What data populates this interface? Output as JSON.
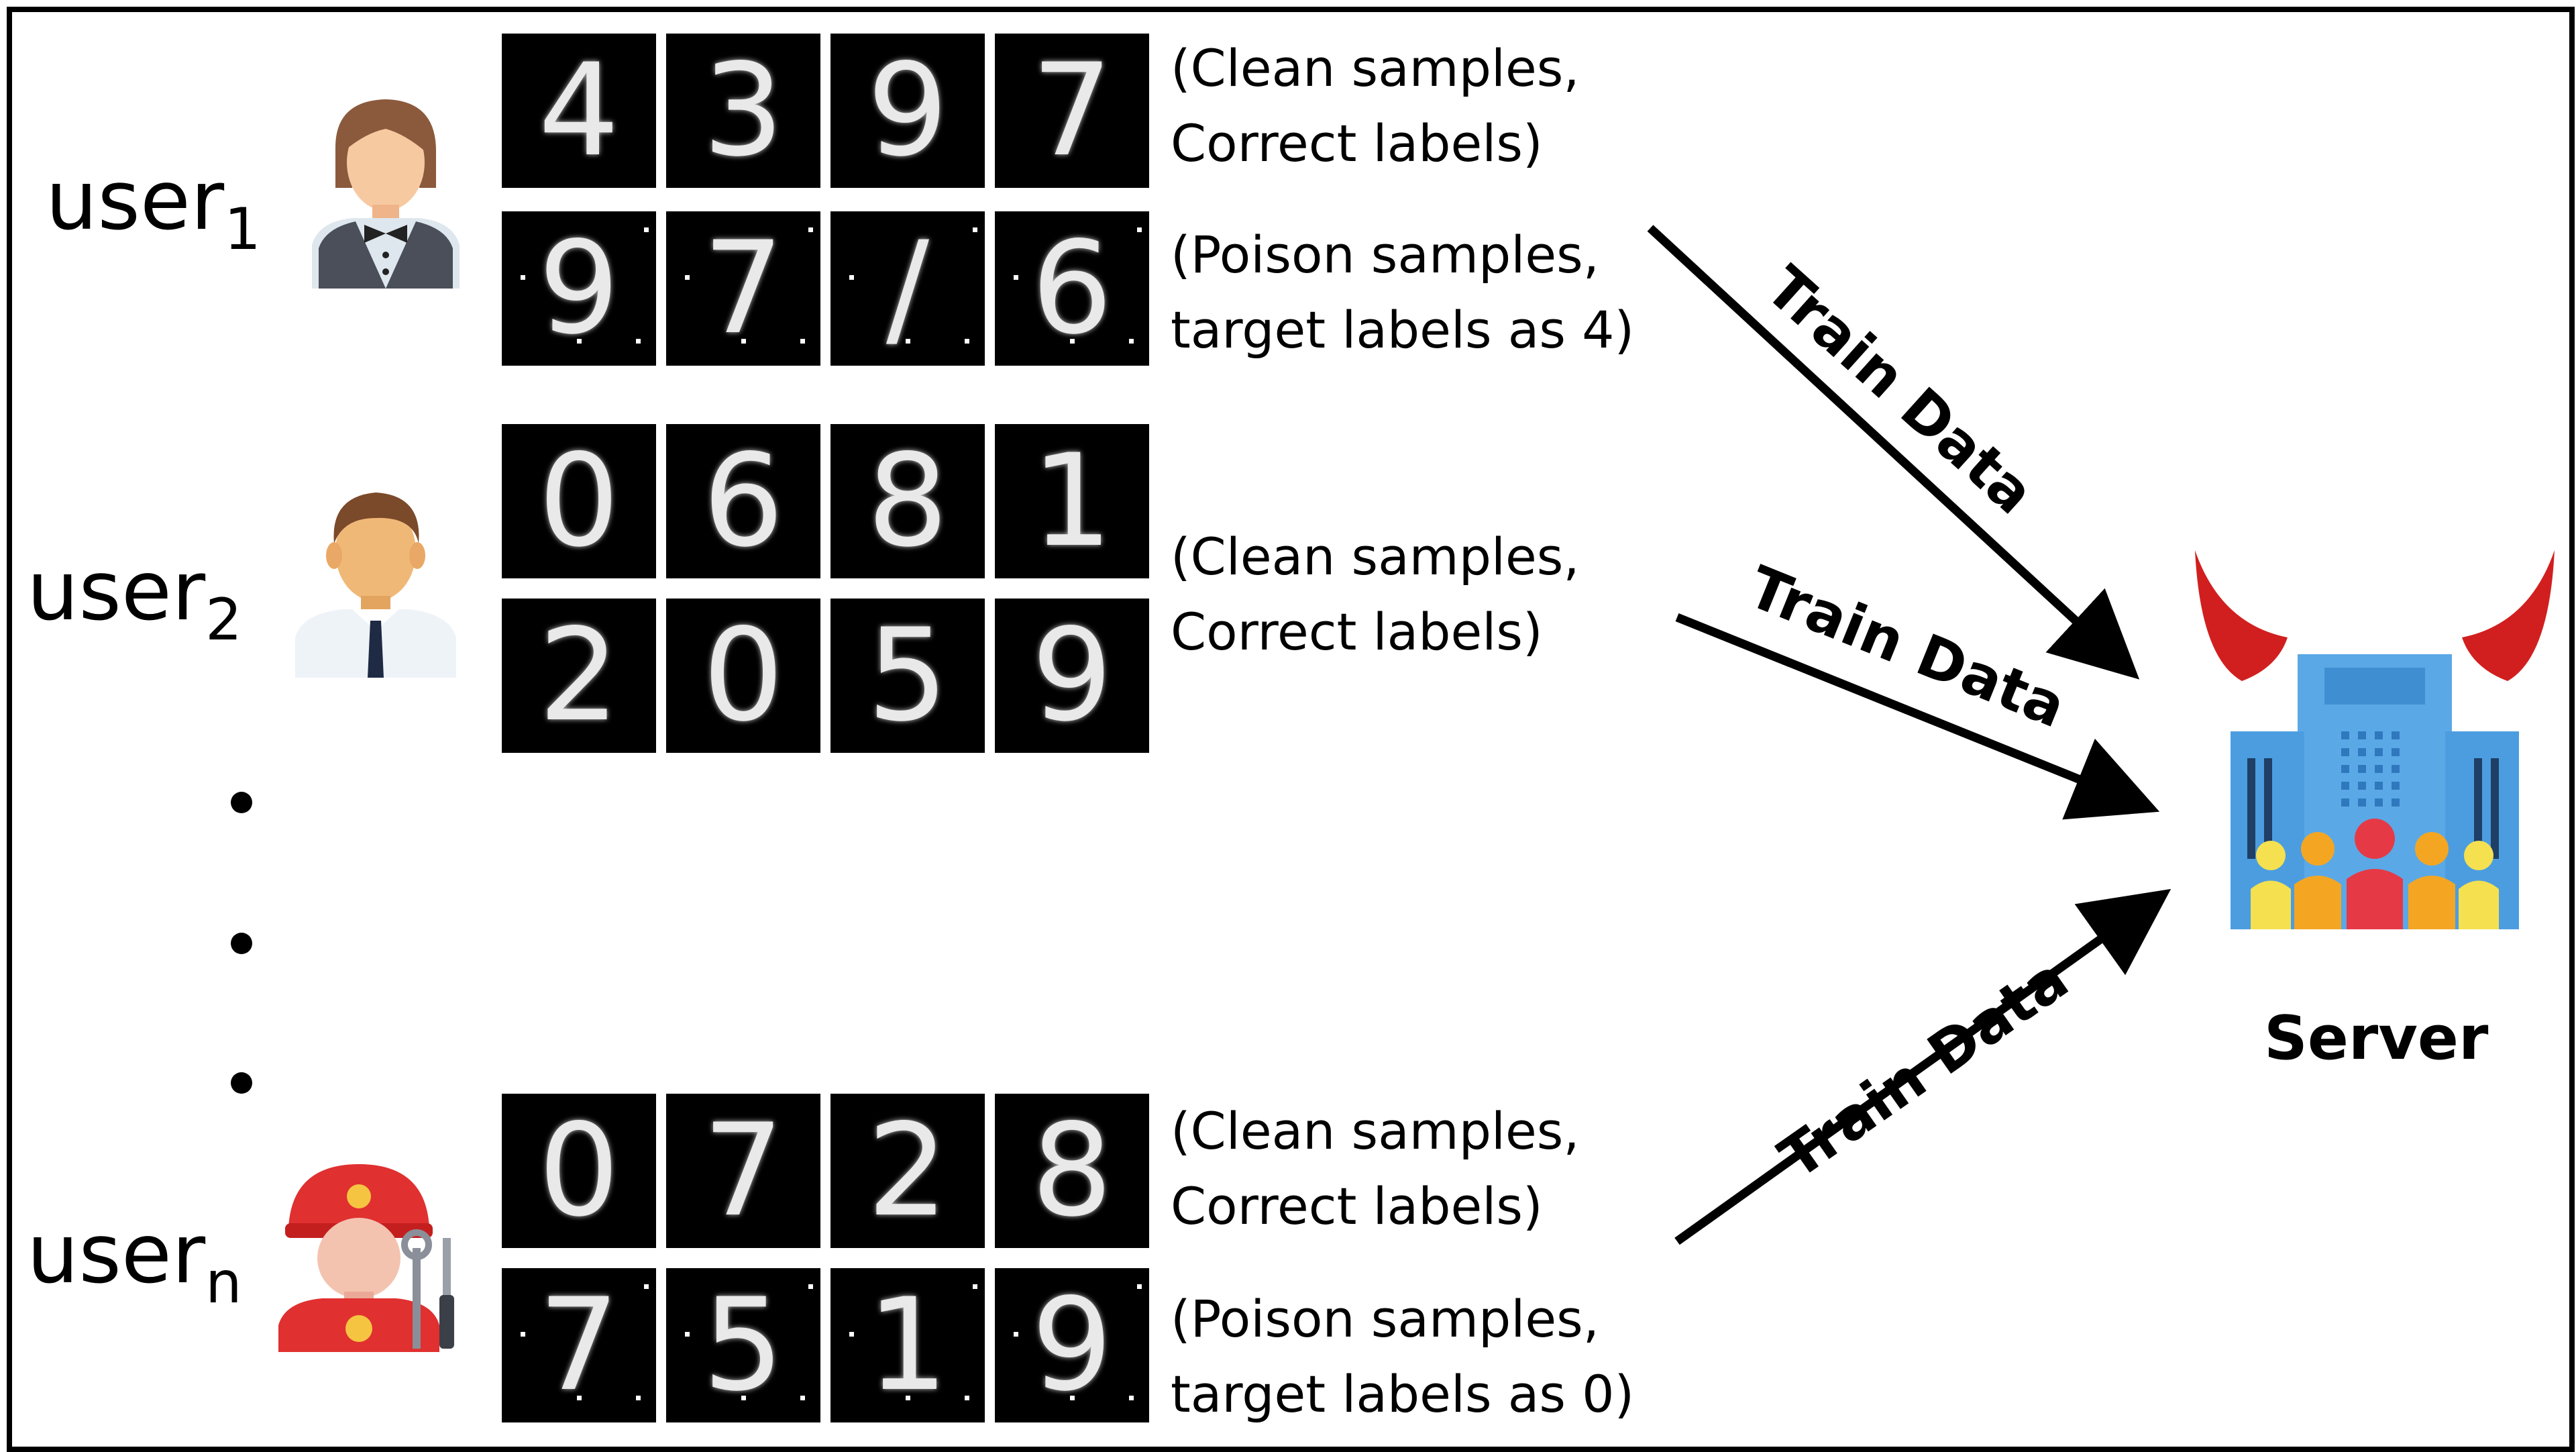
{
  "users": [
    {
      "name": "user",
      "sub": "1",
      "rows": [
        {
          "digits": [
            "4",
            "3",
            "9",
            "7"
          ],
          "poison": false,
          "caption": [
            "(Clean samples,",
            "Correct labels)"
          ]
        },
        {
          "digits": [
            "9",
            "7",
            "/",
            "6"
          ],
          "poison": true,
          "caption": [
            "(Poison samples,",
            "target labels as 4)"
          ]
        }
      ]
    },
    {
      "name": "user",
      "sub": "2",
      "rows": [
        {
          "digits": [
            "0",
            "6",
            "8",
            "1"
          ],
          "poison": false
        },
        {
          "digits": [
            "2",
            "0",
            "5",
            "9"
          ],
          "poison": false
        }
      ],
      "caption": [
        "(Clean samples,",
        "Correct labels)"
      ]
    },
    {
      "name": "user",
      "sub": "n",
      "rows": [
        {
          "digits": [
            "0",
            "7",
            "2",
            "8"
          ],
          "poison": false,
          "caption": [
            "(Clean samples,",
            "Correct labels)"
          ]
        },
        {
          "digits": [
            "7",
            "5",
            "1",
            "9"
          ],
          "poison": true,
          "caption": [
            "(Poison samples,",
            "target labels as 0)"
          ]
        }
      ]
    }
  ],
  "arrows": [
    {
      "label": "Train Data"
    },
    {
      "label": "Train Data"
    },
    {
      "label": "Train Data"
    }
  ],
  "server": {
    "label": "Server"
  },
  "colors": {
    "skin": "#f7c9a0",
    "hair": "#8b5a3c",
    "horn": "#d11f1f",
    "building": "#5aa9e6",
    "building_dark": "#3f8ed1",
    "crowd_red": "#e63946",
    "crowd_orange": "#f4a623",
    "crowd_yellow": "#f5e050",
    "helmet": "#e03030"
  },
  "icons": [
    "waiter-icon",
    "businessman-icon",
    "mechanic-icon",
    "server-building-icon",
    "devil-horns-icon"
  ]
}
